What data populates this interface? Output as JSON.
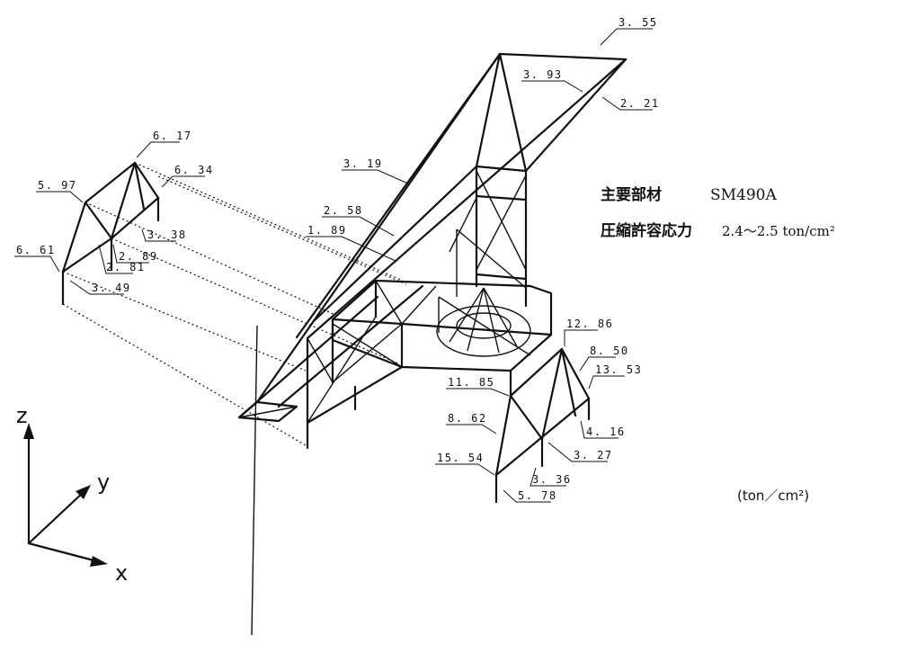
{
  "info": {
    "material_label": "主要部材",
    "material_value": "SM490A",
    "stress_label": "圧縮許容応力",
    "stress_value": "2.4～2.5 ton/cm²",
    "unit": "(ton／cm²)"
  },
  "axes": {
    "x": "x",
    "y": "y",
    "z": "z"
  },
  "stress_labels": [
    {
      "id": "top-right-tip",
      "value": "3. 55"
    },
    {
      "id": "top-center",
      "value": "3. 93"
    },
    {
      "id": "top-right-lower",
      "value": "2. 21"
    },
    {
      "id": "long-diagonal",
      "value": "3. 19"
    },
    {
      "id": "mid-diagonal",
      "value": "2. 58"
    },
    {
      "id": "lower-diagonal",
      "value": "1. 89"
    },
    {
      "id": "left-apex",
      "value": "6. 17"
    },
    {
      "id": "left-right-top",
      "value": "6. 34"
    },
    {
      "id": "left-upper",
      "value": "5. 97"
    },
    {
      "id": "left-inner-right",
      "value": "3. 38"
    },
    {
      "id": "left-inner",
      "value": "2. 89"
    },
    {
      "id": "left-corner",
      "value": "6. 61"
    },
    {
      "id": "left-foot-inner",
      "value": "2. 81"
    },
    {
      "id": "left-foot",
      "value": "3. 49"
    },
    {
      "id": "right-apex",
      "value": "12. 86"
    },
    {
      "id": "right-upper",
      "value": "8. 50"
    },
    {
      "id": "right-corner-top",
      "value": "13. 53"
    },
    {
      "id": "right-mid",
      "value": "11. 85"
    },
    {
      "id": "right-left",
      "value": "8. 62"
    },
    {
      "id": "right-corner-lower",
      "value": "4. 16"
    },
    {
      "id": "right-foot-inner",
      "value": "3. 27"
    },
    {
      "id": "right-foot-mid",
      "value": "3. 36"
    },
    {
      "id": "right-left-foot",
      "value": "15. 54"
    },
    {
      "id": "right-foot",
      "value": "5. 78"
    }
  ]
}
